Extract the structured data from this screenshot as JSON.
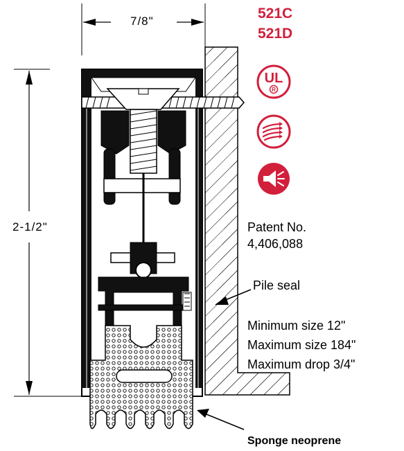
{
  "dimensions": {
    "width_label": "7/8\"",
    "height_label": "2-1/2\""
  },
  "models": [
    "521C",
    "521D"
  ],
  "icons": [
    {
      "name": "ul-certification-icon",
      "text": "UL",
      "sub": "R"
    },
    {
      "name": "air-infiltration-icon"
    },
    {
      "name": "sound-rating-icon"
    }
  ],
  "patent": {
    "label": "Patent No.",
    "number": "4,406,088"
  },
  "callouts": {
    "pile_seal": "Pile seal",
    "sponge": "Sponge neoprene"
  },
  "specs": [
    "Minimum size 12\"",
    "Maximum size 184\"",
    "Maximum drop 3/4\""
  ],
  "colors": {
    "accent": "#d21f3c",
    "line": "#000000"
  }
}
